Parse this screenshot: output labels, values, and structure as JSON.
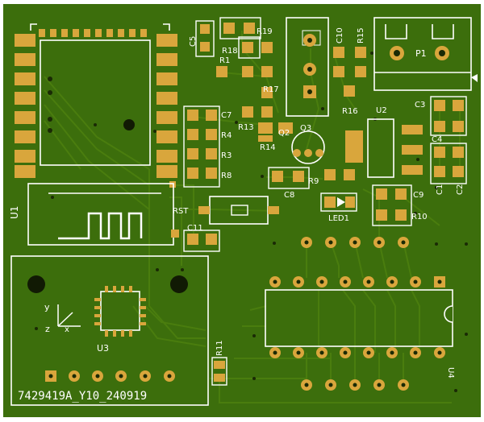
{
  "board": {
    "background": "#ffffff",
    "substrate_color": "#3c6e0c",
    "trace_color": "#4a7d0e",
    "pad_color": "#d9a63c",
    "silk_color": "#ffffff",
    "part_number": "7429419A_Y10_240919"
  },
  "labels": {
    "C5": "C5",
    "R19": "R19",
    "R18": "R18",
    "R1": "R1",
    "R17": "R17",
    "C10": "C10",
    "R15": "R15",
    "R16": "R16",
    "P1": "P1",
    "C7": "C7",
    "R4": "R4",
    "R3": "R3",
    "R8": "R8",
    "R13": "R13",
    "Q2": "Q2",
    "Q3": "Q3",
    "R14": "R14",
    "U2": "U2",
    "C3": "C3",
    "C4": "C4",
    "C1": "C1",
    "C2": "C2",
    "R9": "R9",
    "C8": "C8",
    "C9": "C9",
    "RST": "RST",
    "LED1": "LED1",
    "R10": "R10",
    "C11": "C11",
    "U1": "U1",
    "U3": "U3",
    "R11": "R11",
    "U4": "U4",
    "axis_y": "y",
    "axis_z": "z",
    "axis_x": "x"
  }
}
